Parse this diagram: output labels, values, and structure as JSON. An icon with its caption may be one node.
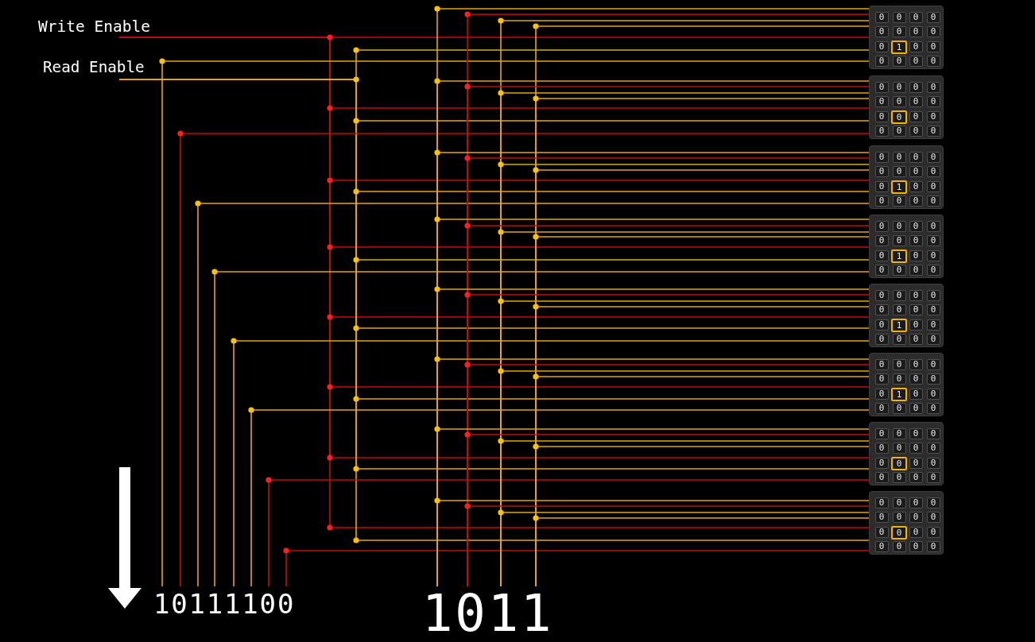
{
  "diagram": {
    "nodes": [
      {
        "text": [
          "0",
          "0",
          "0",
          "0",
          "0",
          "0",
          "0",
          "0",
          "0",
          "1",
          "0",
          "0",
          "0",
          "0",
          "0",
          "0"
        ]
      },
      {
        "text": [
          "0",
          "0",
          "0",
          "0",
          "0",
          "0",
          "0",
          "0",
          "0",
          "0",
          "0",
          "0",
          "0",
          "0",
          "0",
          "0"
        ]
      },
      {
        "text": [
          "0",
          "0",
          "0",
          "0",
          "0",
          "0",
          "0",
          "0",
          "0",
          "1",
          "0",
          "0",
          "0",
          "0",
          "0",
          "0"
        ]
      },
      {
        "text": [
          "0",
          "0",
          "0",
          "0",
          "0",
          "0",
          "0",
          "0",
          "0",
          "1",
          "0",
          "0",
          "0",
          "0",
          "0",
          "0"
        ]
      },
      {
        "text": [
          "0",
          "0",
          "0",
          "0",
          "0",
          "0",
          "0",
          "0",
          "0",
          "1",
          "0",
          "0",
          "0",
          "0",
          "0",
          "0"
        ]
      },
      {
        "text": [
          "0",
          "0",
          "0",
          "0",
          "0",
          "0",
          "0",
          "0",
          "0",
          "1",
          "0",
          "0",
          "0",
          "0",
          "0",
          "0"
        ]
      },
      {
        "text": [
          "0",
          "0",
          "0",
          "0",
          "0",
          "0",
          "0",
          "0",
          "0",
          "0",
          "0",
          "0",
          "0",
          "0",
          "0",
          "0"
        ]
      },
      {
        "text": [
          "0",
          "0",
          "0",
          "0",
          "0",
          "0",
          "0",
          "0",
          "0",
          "0",
          "0",
          "0",
          "0",
          "0",
          "0",
          "0"
        ]
      },
      {
        "text": [
          "Write Enable"
        ]
      },
      {
        "text": [
          "Read Enable"
        ]
      },
      {
        "text": [
          "10111100"
        ]
      },
      {
        "text": [
          "1011"
        ]
      }
    ],
    "edges": [
      {
        "from": 8,
        "to": 0,
        "arrow": "none",
        "color": "#c40d0d"
      },
      {
        "from": 8,
        "to": 1,
        "arrow": "none",
        "color": "#c40d0d"
      },
      {
        "from": 8,
        "to": 2,
        "arrow": "none",
        "color": "#c40d0d"
      },
      {
        "from": 8,
        "to": 3,
        "arrow": "none",
        "color": "#c40d0d"
      },
      {
        "from": 8,
        "to": 4,
        "arrow": "none",
        "color": "#c40d0d"
      },
      {
        "from": 8,
        "to": 5,
        "arrow": "none",
        "color": "#c40d0d"
      },
      {
        "from": 8,
        "to": 6,
        "arrow": "none",
        "color": "#c40d0d"
      },
      {
        "from": 8,
        "to": 7,
        "arrow": "none",
        "color": "#c40d0d"
      },
      {
        "from": 9,
        "to": 0,
        "arrow": "none"
      },
      {
        "from": 9,
        "to": 1,
        "arrow": "none"
      },
      {
        "from": 9,
        "to": 2,
        "arrow": "none"
      },
      {
        "from": 9,
        "to": 3,
        "arrow": "none"
      },
      {
        "from": 9,
        "to": 4,
        "arrow": "none"
      },
      {
        "from": 9,
        "to": 5,
        "arrow": "none"
      },
      {
        "from": 9,
        "to": 6,
        "arrow": "none"
      },
      {
        "from": 9,
        "to": 7,
        "arrow": "none"
      },
      {
        "from": 10,
        "to": 0,
        "arrow": "none"
      },
      {
        "from": 10,
        "to": 1,
        "arrow": "none",
        "color": "#c40d0d"
      },
      {
        "from": 10,
        "to": 2,
        "arrow": "none"
      },
      {
        "from": 10,
        "to": 3,
        "arrow": "none"
      },
      {
        "from": 10,
        "to": 4,
        "arrow": "none"
      },
      {
        "from": 10,
        "to": 5,
        "arrow": "none"
      },
      {
        "from": 10,
        "to": 6,
        "arrow": "none",
        "color": "#c40d0d"
      },
      {
        "from": 10,
        "to": 7,
        "arrow": "none",
        "color": "#c40d0d"
      },
      {
        "from": 11,
        "to": 0,
        "arrow": "none"
      },
      {
        "from": 11,
        "to": 0,
        "arrow": "none",
        "color": "#c40d0d"
      },
      {
        "from": 11,
        "to": 0,
        "arrow": "none"
      },
      {
        "from": 11,
        "to": 0,
        "arrow": "none"
      },
      {
        "from": 11,
        "to": 1,
        "arrow": "none"
      },
      {
        "from": 11,
        "to": 1,
        "arrow": "none",
        "color": "#c40d0d"
      },
      {
        "from": 11,
        "to": 1,
        "arrow": "none"
      },
      {
        "from": 11,
        "to": 1,
        "arrow": "none"
      },
      {
        "from": 11,
        "to": 2,
        "arrow": "none"
      },
      {
        "from": 11,
        "to": 2,
        "arrow": "none",
        "color": "#c40d0d"
      },
      {
        "from": 11,
        "to": 2,
        "arrow": "none"
      },
      {
        "from": 11,
        "to": 2,
        "arrow": "none"
      },
      {
        "from": 11,
        "to": 3,
        "arrow": "none"
      },
      {
        "from": 11,
        "to": 3,
        "arrow": "none",
        "color": "#c40d0d"
      },
      {
        "from": 11,
        "to": 3,
        "arrow": "none"
      },
      {
        "from": 11,
        "to": 3,
        "arrow": "none"
      },
      {
        "from": 11,
        "to": 4,
        "arrow": "none"
      },
      {
        "from": 11,
        "to": 4,
        "arrow": "none",
        "color": "#c40d0d"
      },
      {
        "from": 11,
        "to": 4,
        "arrow": "none"
      },
      {
        "from": 11,
        "to": 4,
        "arrow": "none"
      },
      {
        "from": 11,
        "to": 5,
        "arrow": "none"
      },
      {
        "from": 11,
        "to": 5,
        "arrow": "none",
        "color": "#c40d0d"
      },
      {
        "from": 11,
        "to": 5,
        "arrow": "none"
      },
      {
        "from": 11,
        "to": 5,
        "arrow": "none"
      },
      {
        "from": 11,
        "to": 6,
        "arrow": "none"
      },
      {
        "from": 11,
        "to": 6,
        "arrow": "none",
        "color": "#c40d0d"
      },
      {
        "from": 11,
        "to": 6,
        "arrow": "none"
      },
      {
        "from": 11,
        "to": 6,
        "arrow": "none"
      },
      {
        "from": 11,
        "to": 7,
        "arrow": "none"
      },
      {
        "from": 11,
        "to": 7,
        "arrow": "none",
        "color": "#c40d0d"
      },
      {
        "from": 11,
        "to": 7,
        "arrow": "none"
      },
      {
        "from": 11,
        "to": 7,
        "arrow": "none"
      }
    ]
  }
}
